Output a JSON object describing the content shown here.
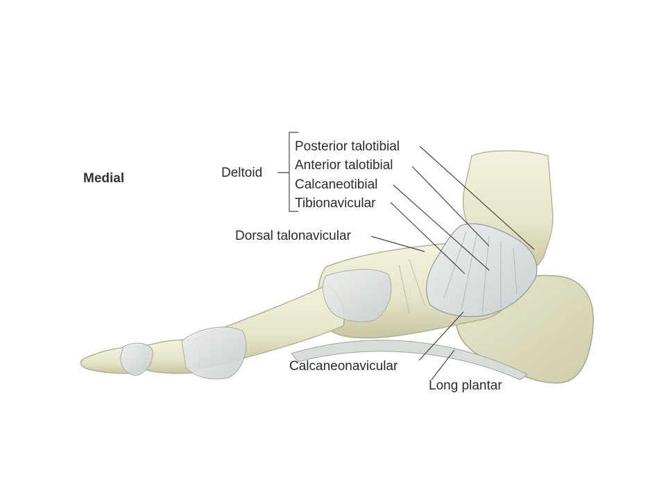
{
  "view_label": "Medial",
  "group": {
    "name": "Deltoid"
  },
  "labels": {
    "posterior_talotibial": "Posterior talotibial",
    "anterior_talotibial": "Anterior talotibial",
    "calcaneotibial": "Calcaneotibial",
    "tibionavicular": "Tibionavicular",
    "dorsal_talonavicular": "Dorsal talonavicular",
    "calcaneonavicular": "Calcaneonavicular",
    "long_plantar": "Long plantar"
  },
  "colors": {
    "bone": "#ecebd5",
    "bone_shadow": "#c9c6a5",
    "ligament": "#dfe3e3",
    "ligament_stroke": "#9aa4a6",
    "leader": "#444444",
    "text": "#2a2a2a"
  }
}
